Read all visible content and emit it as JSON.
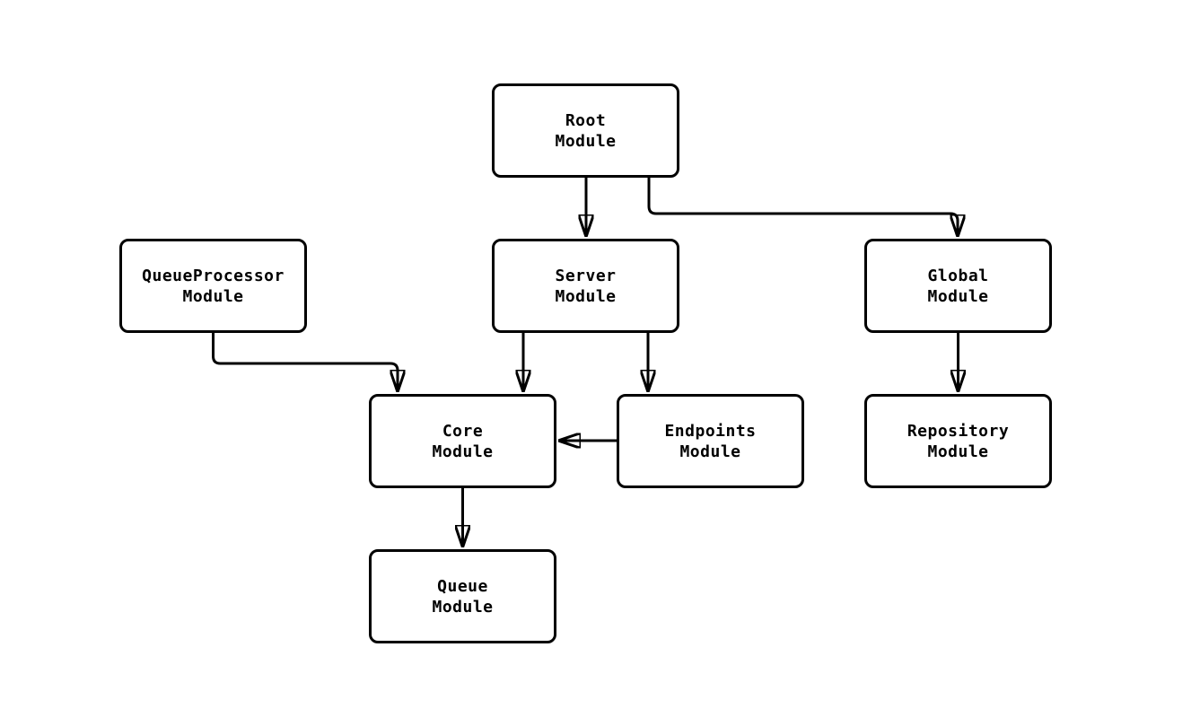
{
  "diagram": {
    "type": "flowchart",
    "colors": {
      "background": "#ffffff",
      "node_fill": "#ffffff",
      "node_border": "#000000",
      "edge_stroke": "#000000",
      "text": "#000000"
    },
    "nodes": [
      {
        "id": "root",
        "label": "Root\nModule"
      },
      {
        "id": "queueprocessor",
        "label": "QueueProcessor\nModule"
      },
      {
        "id": "server",
        "label": "Server\nModule"
      },
      {
        "id": "global",
        "label": "Global\nModule"
      },
      {
        "id": "core",
        "label": "Core\nModule"
      },
      {
        "id": "endpoints",
        "label": "Endpoints\nModule"
      },
      {
        "id": "repository",
        "label": "Repository\nModule"
      },
      {
        "id": "queue",
        "label": "Queue\nModule"
      }
    ],
    "edges": [
      {
        "from": "Root Module",
        "to": "Server Module"
      },
      {
        "from": "Root Module",
        "to": "Global Module"
      },
      {
        "from": "QueueProcessor Module",
        "to": "Core Module"
      },
      {
        "from": "Server Module",
        "to": "Core Module"
      },
      {
        "from": "Server Module",
        "to": "Endpoints Module"
      },
      {
        "from": "Endpoints Module",
        "to": "Core Module"
      },
      {
        "from": "Global Module",
        "to": "Repository Module"
      },
      {
        "from": "Core Module",
        "to": "Queue Module"
      }
    ]
  }
}
